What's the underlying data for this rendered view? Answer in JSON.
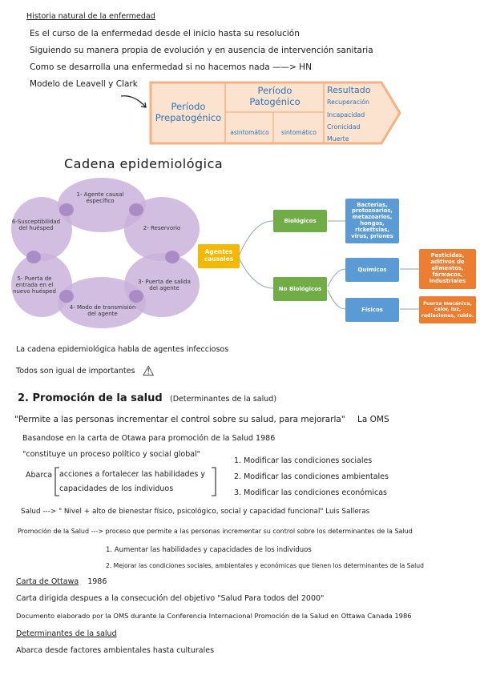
{
  "s1": {
    "heading": "Historia natural de la enfermedad",
    "line1": "Es el curso de la enfermedad desde el inicio hasta su resolución",
    "line2": "Siguiendo su manera propia de evolución y en ausencia de intervención sanitaria",
    "line3": "Como se desarrolla una enfermedad si no hacemos nada",
    "hn": "HN",
    "leavell": "Modelo de Leavell y Clark"
  },
  "leavell": {
    "prepat": "Período\nPrepatogénico",
    "pat": "Período\nPatogénico",
    "asint": "asintomático",
    "sint": "sintomático",
    "resultado": "Resultado",
    "recuperacion": "Recuperación",
    "incapacidad": "Incapacidad",
    "cronicidad": "Cronicidad",
    "muerte": "Muerte",
    "colors": {
      "box": "#f4b183",
      "text": "#2e75b6",
      "bg": "#fbe3cf"
    }
  },
  "cadena": {
    "title": "Cadena epidemiológica",
    "nodes": [
      "1- Agente causal específico",
      "2- Reservorio",
      "3- Puerta de salida del agente",
      "4- Modo de transmisión del agente",
      "5- Puerta de entrada en el nuevo huésped",
      "6-Susceptibilidad del huésped"
    ],
    "color": "#c9b3db"
  },
  "agentes": {
    "main": "Agentes causales",
    "biologicos": "Biológicos",
    "no_biologicos": "No Biológicos",
    "bio_list": "Bacterias, protozoarios, metazoarios, hongos, rickettsias, virus, priones",
    "quimicos": "Químicos",
    "fisicos": "Físicos",
    "quim_list": "Pesticidas, aditivos de alimentos, fármacos, industriales",
    "fis_list": "Fuerza mecánica, calor, luz, radiaciones, ruido.",
    "colors": {
      "main": "#f5b800",
      "green": "#70ad47",
      "blue": "#5b9bd5",
      "orange": "#ed7d31"
    }
  },
  "notes": {
    "n1": "La cadena epidemiológica habla de agentes infecciosos",
    "n2": "Todos son igual de importantes",
    "warning_glyph": "⚠"
  },
  "s2": {
    "heading": "2. Promoción de la salud",
    "subheading": "(Determinantes de la salud)",
    "quote1": "\"Permite a las personas incrementar el control sobre su salud, para mejorarla\"",
    "oms": "La OMS",
    "basandose": "Basandose en la carta de Otawa para promoción de la Salud 1986",
    "constituye": "\"constituye un proceso político y social global\"",
    "abarca": "Abarca",
    "acc1": "acciones a fortalecer las habilidades y",
    "acc2": "capacidades de los individuos",
    "mod1": "1. Modificar las condiciones sociales",
    "mod2": "2. Modificar las condiciones ambientales",
    "mod3": "3. Modificar las condiciones económicas",
    "salud_def": "Salud ---> \" Nivel + alto de bienestar físico, psicológico, social y capacidad funcional\"  Luis Salleras",
    "promo_def": "Promoción de la Salud ---> proceso que permite a las personas incrementar su control sobre los determinantes de la Salud",
    "p1": "1. Aumentar las habilidades y capacidades de los individuos",
    "p2": "2. Mejorar las condiciones sociales, ambientales y económicas que tienen los determinantes de la Salud",
    "otawa_h": "Carta de Ottawa",
    "otawa_year": "1986",
    "otawa1": "Carta dirigida despues a la consecución del objetivo \"Salud Para todos del 2000\"",
    "otawa2": "Documento elaborado por la OMS durante la Conferencia Internacional Promoción de la Salud en Ottawa Canada 1986",
    "det_h": "Determinantes de la salud",
    "det1": "Abarca desde factores ambientales hasta culturales"
  }
}
